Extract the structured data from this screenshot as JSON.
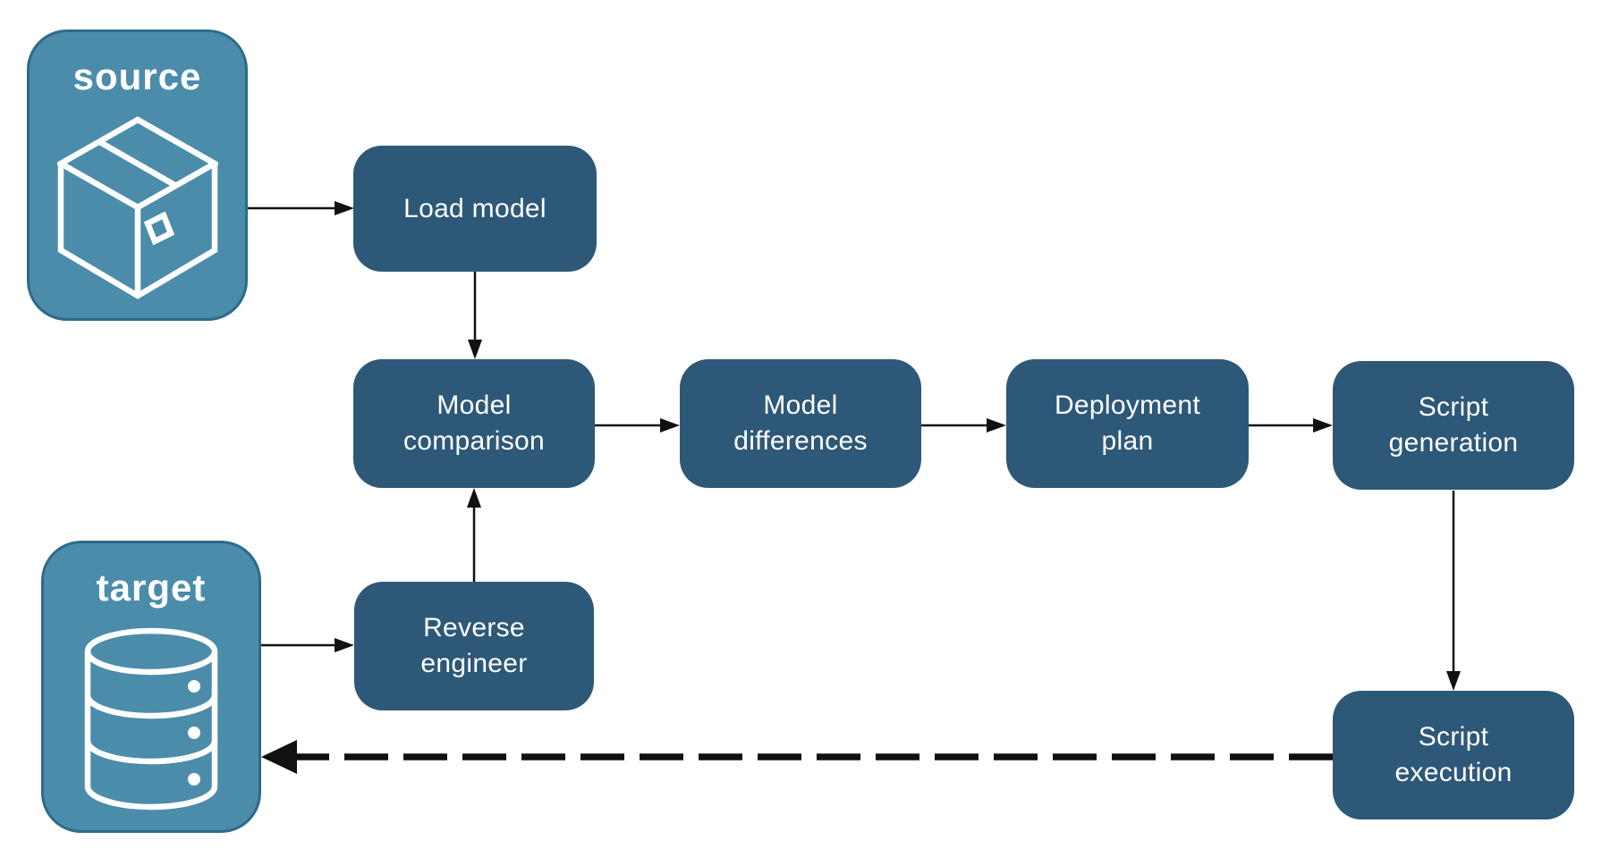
{
  "diagram": {
    "endpoints": {
      "source": {
        "label": "source",
        "icon": "package-icon"
      },
      "target": {
        "label": "target",
        "icon": "database-icon"
      }
    },
    "nodes": {
      "load_model": {
        "label": "Load model"
      },
      "model_comparison": {
        "line1": "Model",
        "line2": "comparison"
      },
      "model_differences": {
        "line1": "Model",
        "line2": "differences"
      },
      "deployment_plan": {
        "line1": "Deployment",
        "line2": "plan"
      },
      "script_generation": {
        "line1": "Script",
        "line2": "generation"
      },
      "reverse_engineer": {
        "line1": "Reverse",
        "line2": "engineer"
      },
      "script_execution": {
        "line1": "Script",
        "line2": "execution"
      }
    },
    "edges": [
      {
        "from": "source",
        "to": "Load model",
        "style": "solid"
      },
      {
        "from": "Load model",
        "to": "Model comparison",
        "style": "solid"
      },
      {
        "from": "Model comparison",
        "to": "Model differences",
        "style": "solid"
      },
      {
        "from": "Model differences",
        "to": "Deployment plan",
        "style": "solid"
      },
      {
        "from": "Deployment plan",
        "to": "Script generation",
        "style": "solid"
      },
      {
        "from": "Script generation",
        "to": "Script execution",
        "style": "solid"
      },
      {
        "from": "target",
        "to": "Reverse engineer",
        "style": "solid"
      },
      {
        "from": "Reverse engineer",
        "to": "Model comparison",
        "style": "solid"
      },
      {
        "from": "Script execution",
        "to": "target",
        "style": "dashed"
      }
    ],
    "colors": {
      "node_fill": "#2d5878",
      "endpoint_fill": "#4b8cab",
      "endpoint_border": "#2d6b89",
      "text": "#ffffff",
      "arrow": "#111111",
      "background": "#ffffff"
    }
  }
}
